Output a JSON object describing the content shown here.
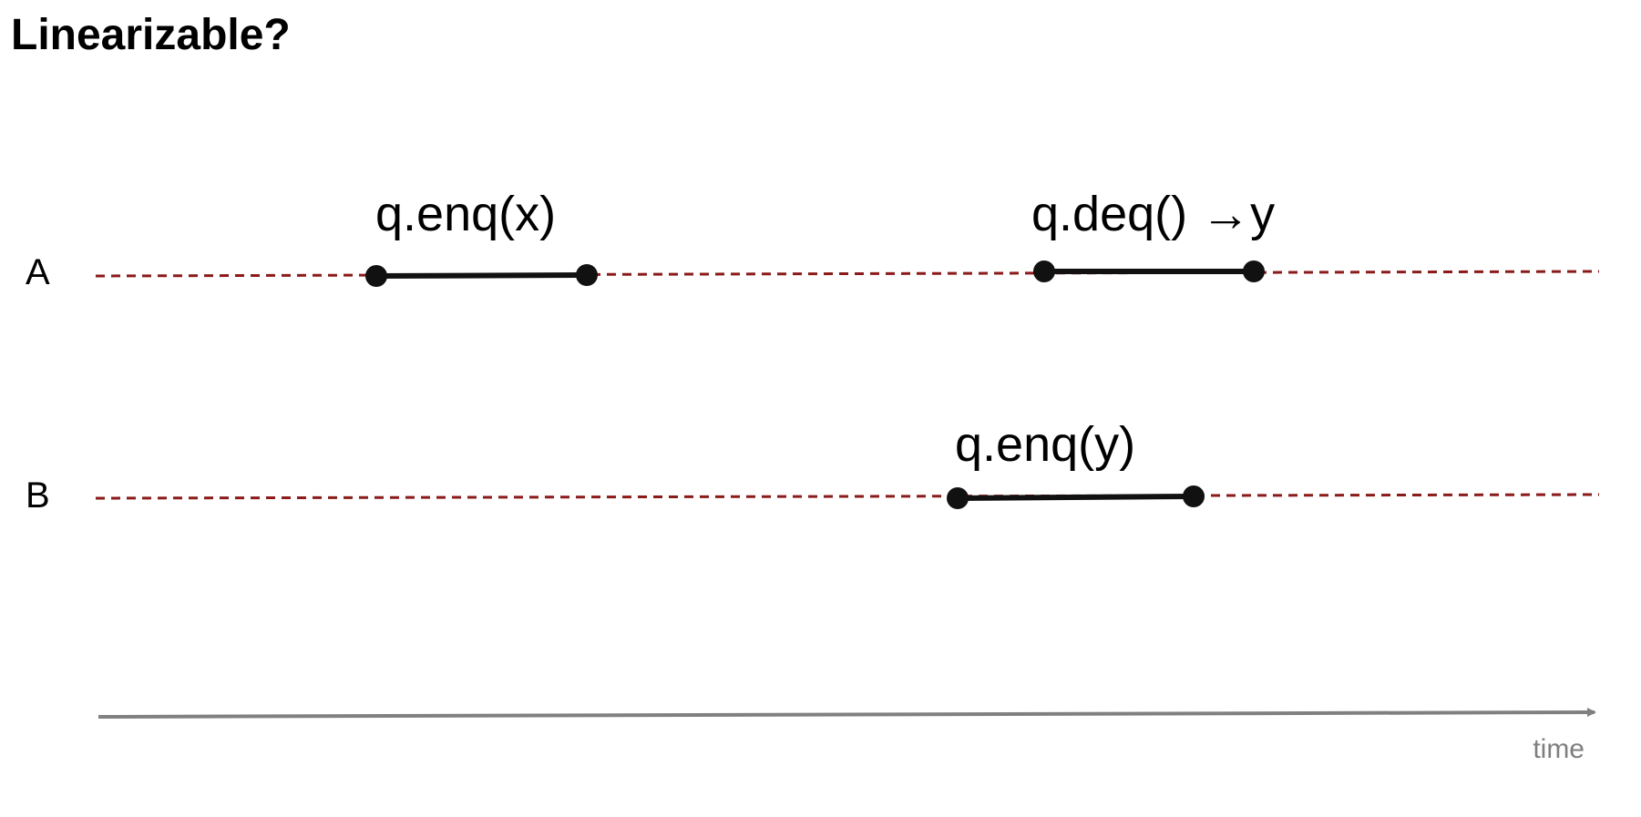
{
  "title": "Linearizable?",
  "threads": [
    {
      "label": "A",
      "operations": [
        {
          "label": "q.enq(x)"
        },
        {
          "label": "q.deq() →y"
        }
      ]
    },
    {
      "label": "B",
      "operations": [
        {
          "label": "q.enq(y)"
        }
      ]
    }
  ],
  "axis": {
    "label": "time"
  },
  "colors": {
    "timeline": "#8b1a1a",
    "interval": "#111111",
    "axis": "#808080",
    "axis_label": "#7f7f7f"
  }
}
